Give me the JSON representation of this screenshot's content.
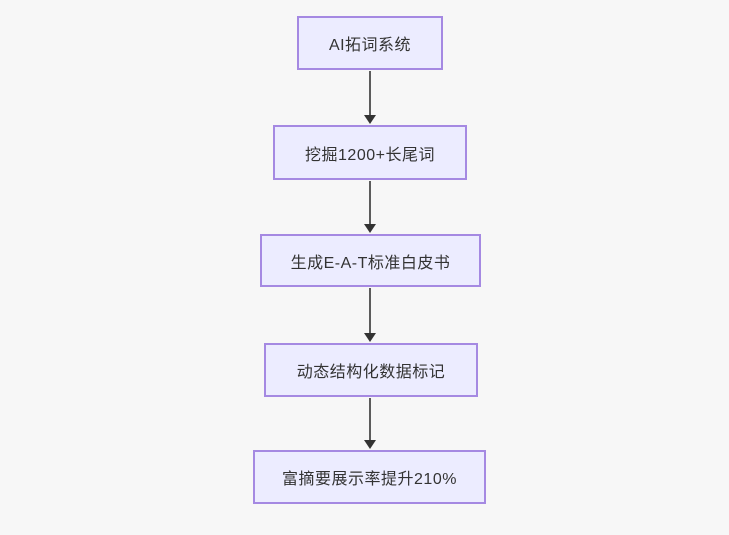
{
  "diagram": {
    "type": "flowchart-vertical",
    "colors": {
      "background": "#f7f7f7",
      "node_fill": "#ececff",
      "node_border": "#9370db",
      "text": "#333333",
      "edge_line": "#5c5c5c",
      "arrowhead": "#333333"
    },
    "nodes": [
      {
        "id": "A",
        "label": "AI拓词系统"
      },
      {
        "id": "B",
        "label": "挖掘1200+长尾词"
      },
      {
        "id": "C",
        "label": "生成E-A-T标准白皮书"
      },
      {
        "id": "D",
        "label": "动态结构化数据标记"
      },
      {
        "id": "E",
        "label": "富摘要展示率提升210%"
      }
    ],
    "edges": [
      {
        "from": "A",
        "to": "B"
      },
      {
        "from": "B",
        "to": "C"
      },
      {
        "from": "C",
        "to": "D"
      },
      {
        "from": "D",
        "to": "E"
      }
    ]
  }
}
